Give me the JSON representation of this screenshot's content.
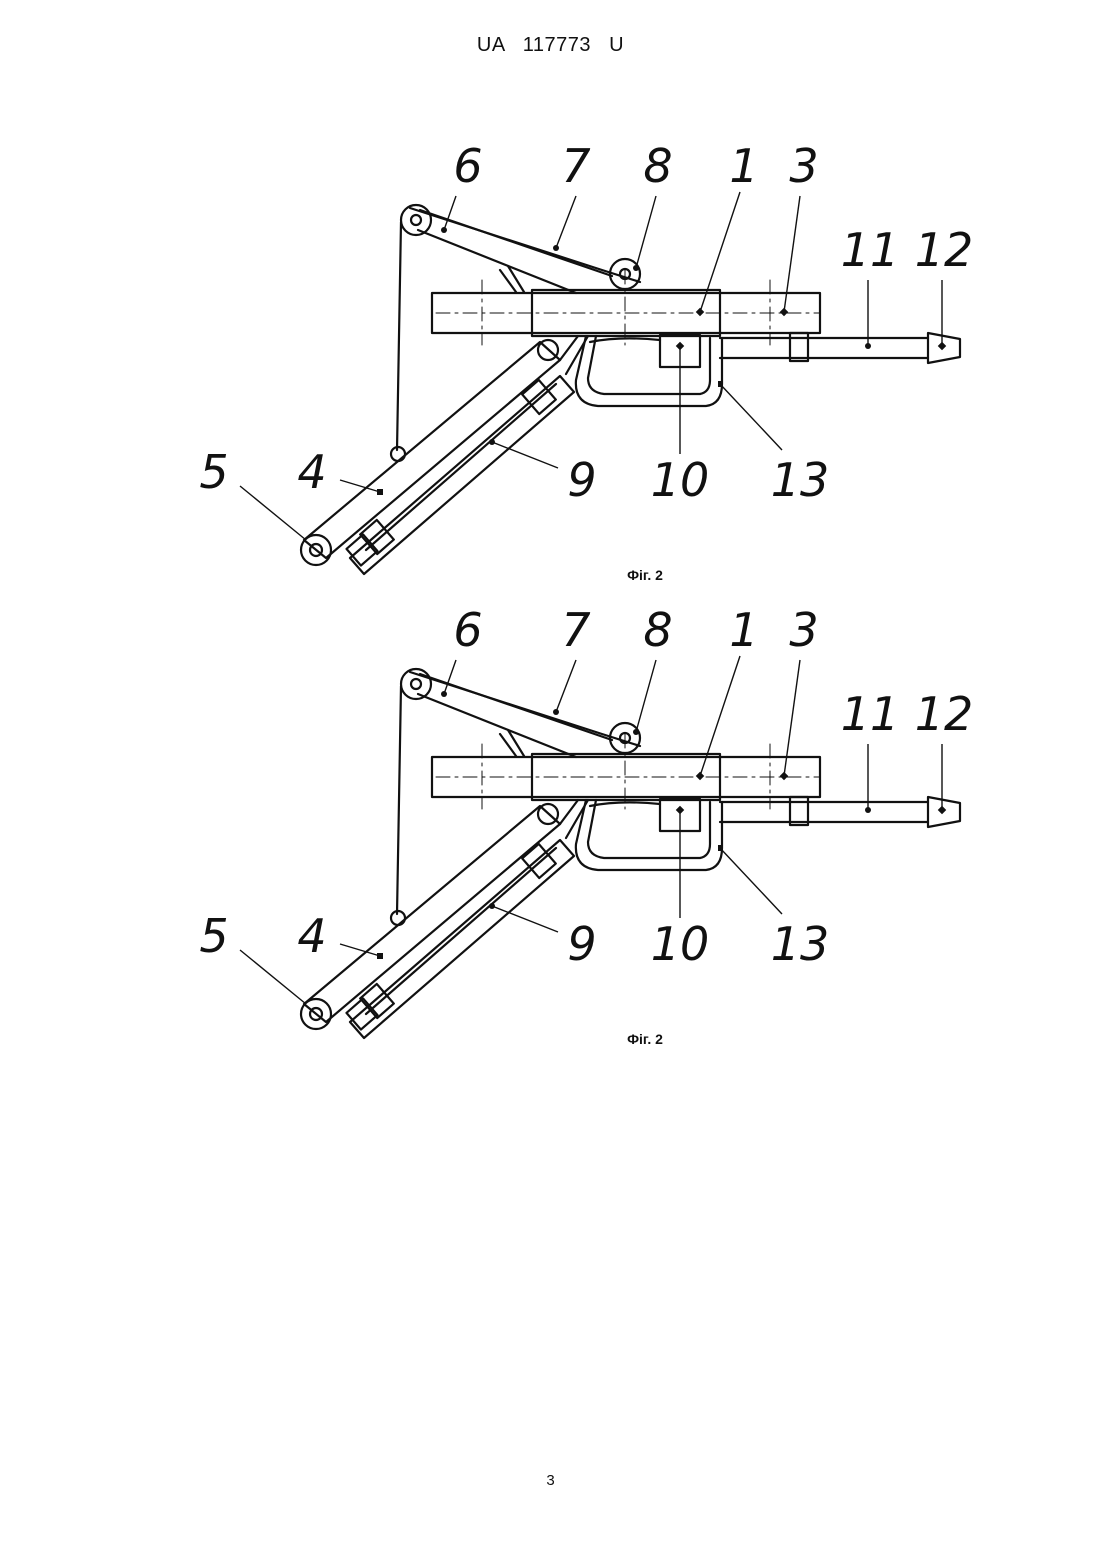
{
  "header": {
    "title": "UA   117773   U"
  },
  "figures": [
    {
      "caption": "Фіг. 2",
      "callouts": {
        "n1": "1",
        "n3": "3",
        "n4": "4",
        "n5": "5",
        "n6": "6",
        "n7": "7",
        "n8": "8",
        "n9": "9",
        "n10": "10",
        "n11": "11",
        "n12": "12",
        "n13": "13"
      }
    },
    {
      "caption": "Фіг. 2",
      "callouts": {
        "n1": "1",
        "n3": "3",
        "n4": "4",
        "n5": "5",
        "n6": "6",
        "n7": "7",
        "n8": "8",
        "n9": "9",
        "n10": "10",
        "n11": "11",
        "n12": "12",
        "n13": "13"
      }
    }
  ],
  "footer": {
    "page_number": "3"
  }
}
